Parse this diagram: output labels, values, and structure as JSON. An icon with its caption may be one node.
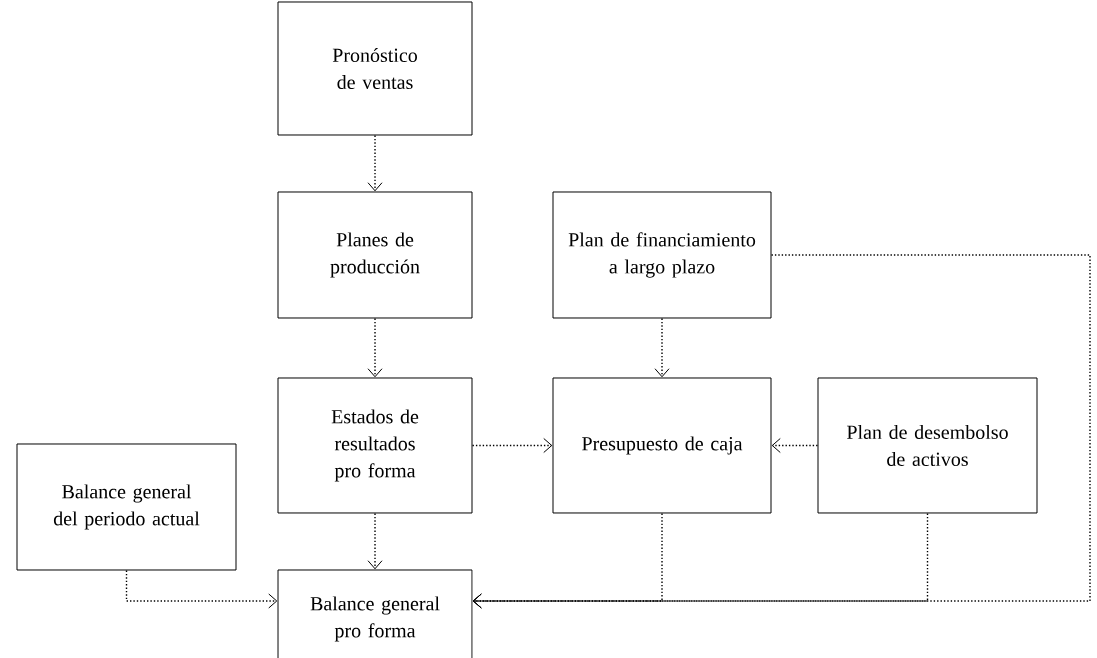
{
  "diagram": {
    "nodes": [
      {
        "text": [
          "Pronóstico de ventas"
        ]
      },
      {
        "text": [
          "Planes de producción"
        ]
      },
      {
        "text": [
          "Plan de financiamiento a largo plazo"
        ]
      },
      {
        "text": [
          "Estados de resultados pro forma"
        ]
      },
      {
        "text": [
          "Presupuesto de caja"
        ]
      },
      {
        "text": [
          "Plan de desembolso de activos"
        ]
      },
      {
        "text": [
          "Balance general del periodo actual"
        ]
      },
      {
        "text": [
          "Balance general pro forma"
        ]
      }
    ],
    "edges": [
      {
        "from": 0,
        "to": 1,
        "arrow": "to"
      },
      {
        "from": 1,
        "to": 3,
        "arrow": "to"
      },
      {
        "from": 2,
        "to": 4,
        "arrow": "to"
      },
      {
        "from": 3,
        "to": 4,
        "arrow": "to"
      },
      {
        "from": 5,
        "to": 4,
        "arrow": "to"
      },
      {
        "from": 3,
        "to": 7,
        "arrow": "to"
      },
      {
        "from": 6,
        "to": 7,
        "arrow": "to"
      },
      {
        "from": 4,
        "to": 7,
        "arrow": "to"
      },
      {
        "from": 5,
        "to": 7,
        "arrow": "to"
      },
      {
        "from": 2,
        "to": 7,
        "arrow": "to"
      }
    ]
  }
}
